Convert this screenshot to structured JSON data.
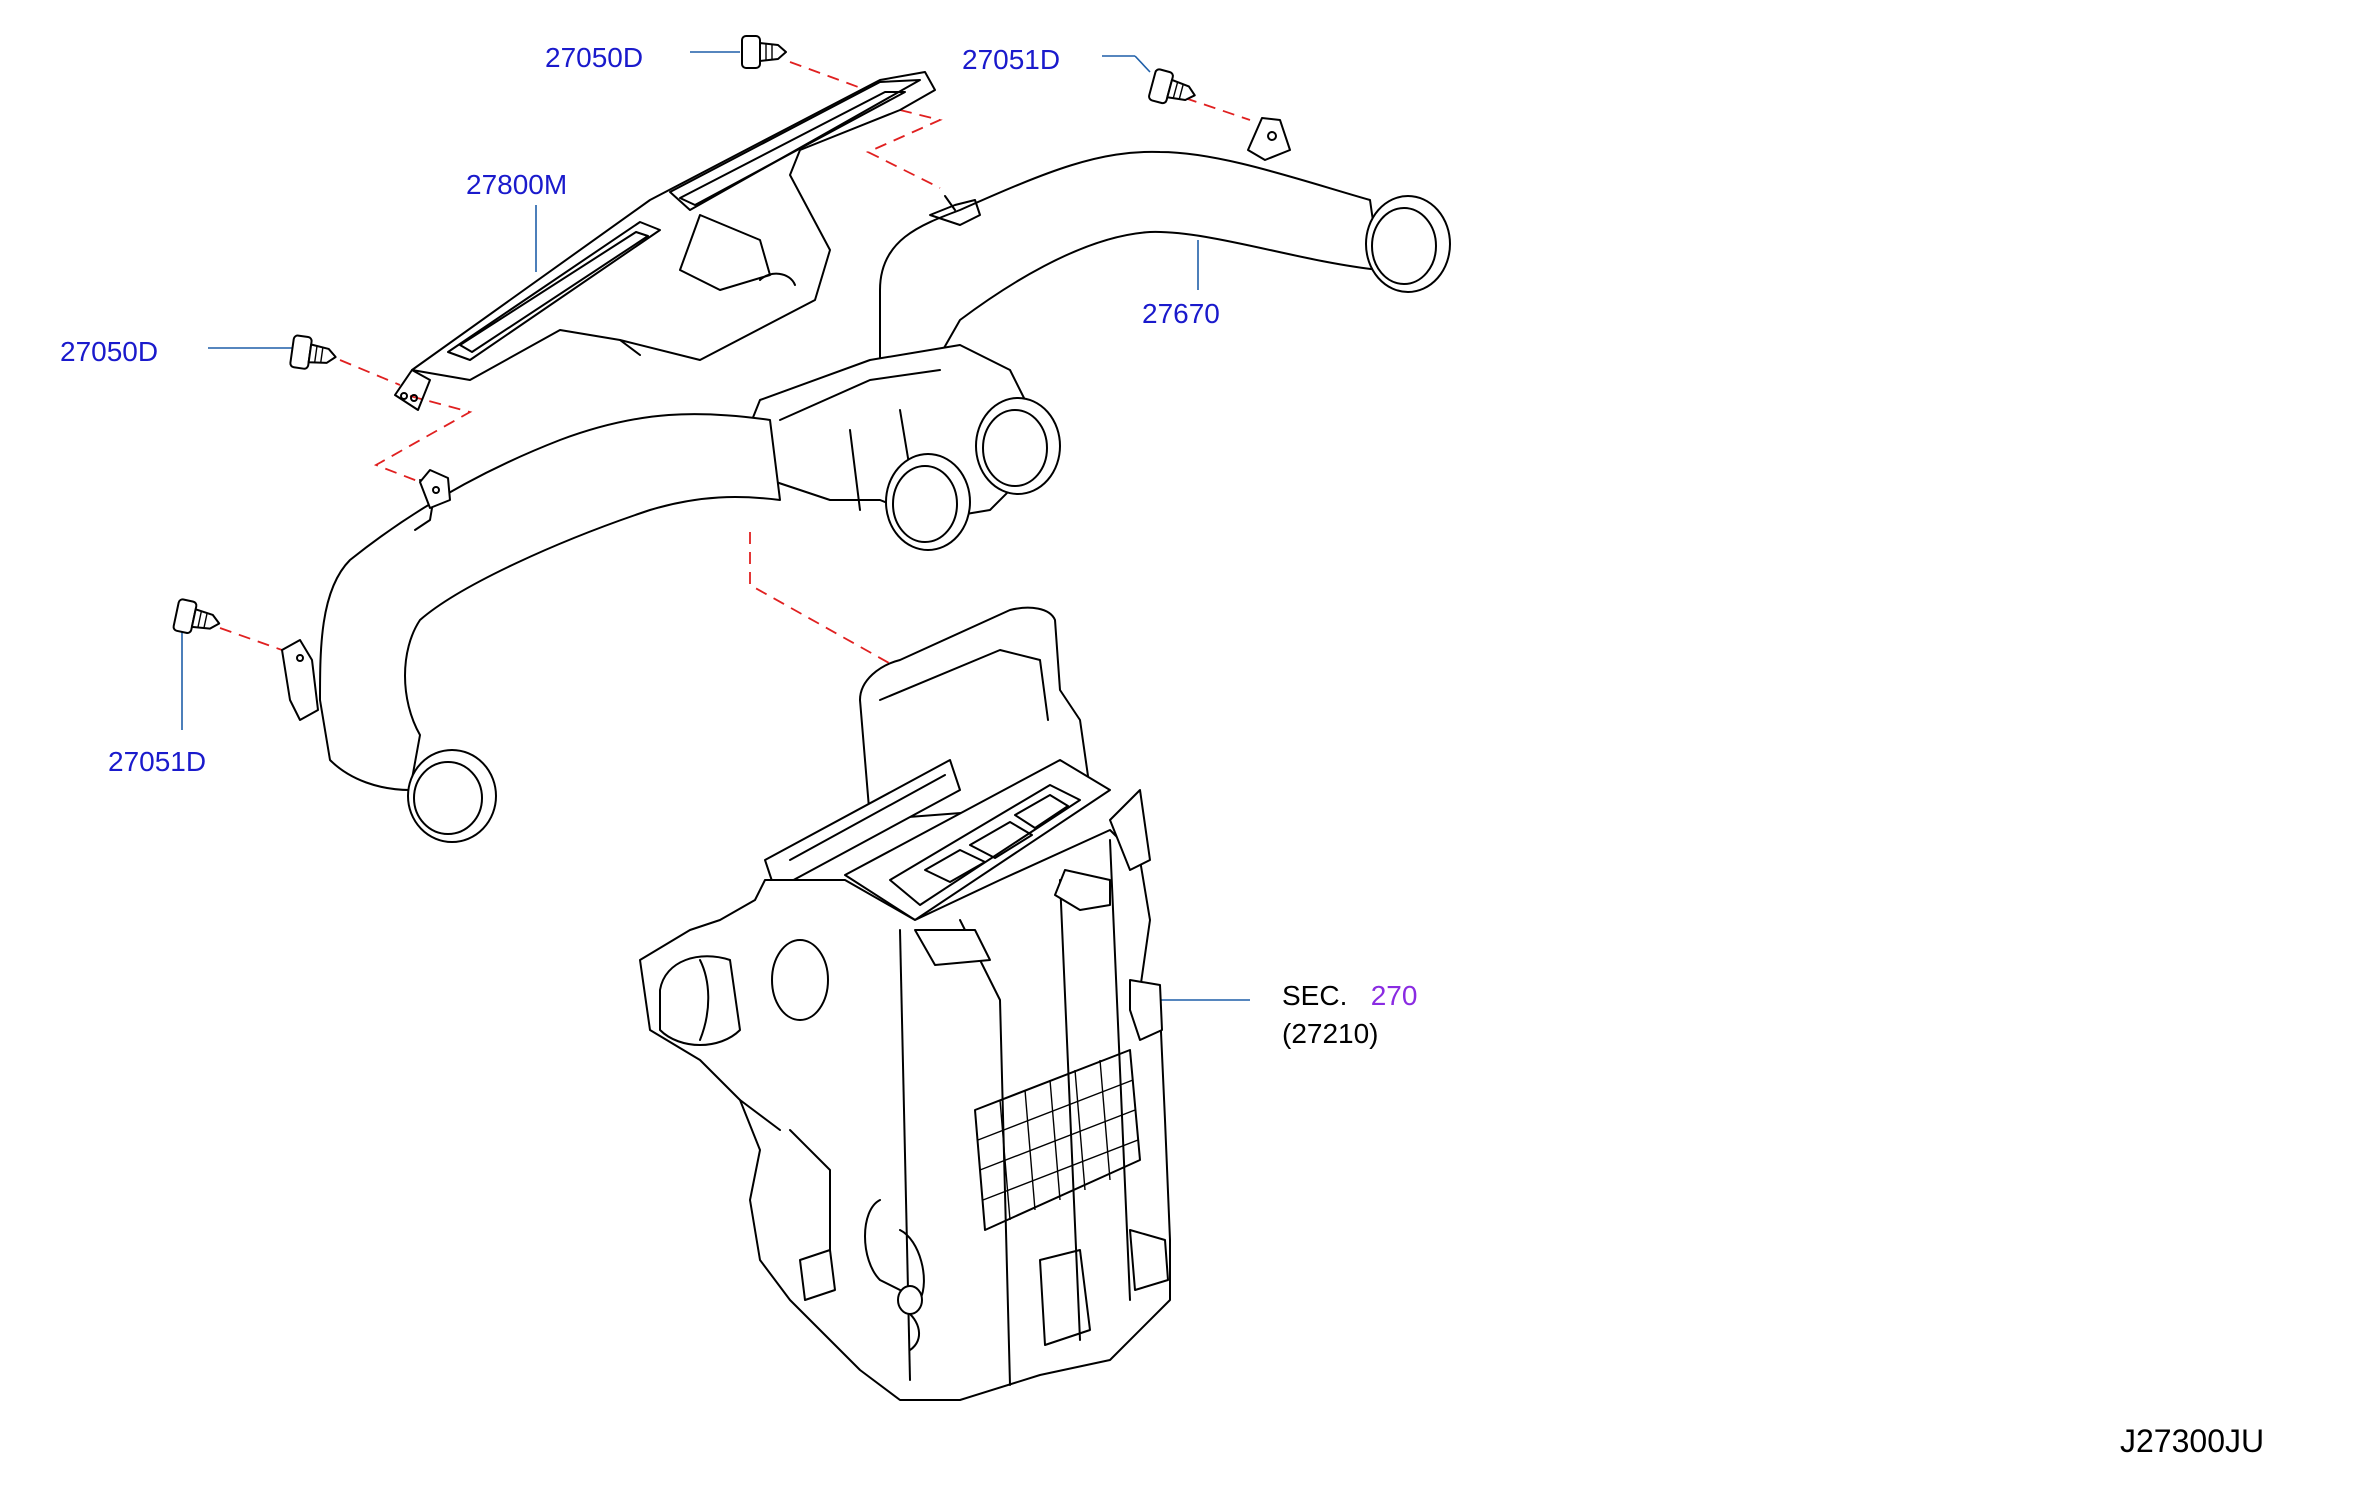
{
  "diagram": {
    "id_code": "J27300JU",
    "colors": {
      "part_label": "#1a1acc",
      "section_link": "#8a2be2",
      "leader_line": "#1f5fa8",
      "dashed_guide": "#e02020",
      "outline": "#000000"
    },
    "parts": [
      {
        "number": "27050D"
      },
      {
        "number": "27051D"
      },
      {
        "number": "27800M"
      },
      {
        "number": "27670"
      },
      {
        "number": "27050D"
      },
      {
        "number": "27051D"
      }
    ],
    "section_ref": {
      "prefix": "SEC.",
      "number": "270",
      "sub_part": "(27210)"
    }
  }
}
